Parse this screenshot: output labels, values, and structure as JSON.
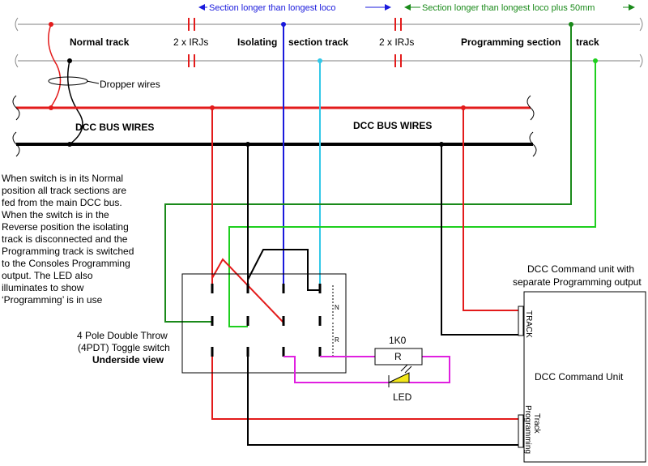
{
  "labels": {
    "normal_track": "Normal track",
    "irj_left": "2 x IRJs",
    "isolating_1": "Isolating",
    "isolating_2": "section track",
    "irj_right": "2 x IRJs",
    "programming_1": "Programming section",
    "programming_2": "track",
    "section_blue": "Section longer than longest loco",
    "section_green": "Section longer than longest loco plus 50mm",
    "dropper_wires": "Dropper wires",
    "dcc_bus_left": "DCC BUS WIRES",
    "dcc_bus_right": "DCC BUS WIRES",
    "switch_1": "4 Pole Double Throw",
    "switch_2": "(4PDT) Toggle switch",
    "switch_3": "Underside view",
    "resistor_value": "1K0",
    "resistor_letter": "R",
    "led": "LED",
    "command_title_1": "DCC Command unit with",
    "command_title_2": "separate Programming output",
    "command_unit": "DCC Command Unit",
    "track_terminal": "TRACK",
    "prog_terminal_1": "Programming",
    "prog_terminal_2": "Track",
    "switch_marks": [
      "N",
      "R"
    ]
  },
  "description_lines": [
    "When switch is in its Normal",
    "position all track sections are",
    "fed from the main DCC bus.",
    "When the switch is in the",
    "Reverse position the isolating",
    "track is disconnected and the",
    "Programming track is switched",
    "to the Consoles Programming",
    "output. The LED also",
    "illuminates to show",
    "‘Programming’ is in use"
  ],
  "colors": {
    "red": "#e31b1b",
    "black": "#000000",
    "blue": "#1a1adc",
    "cyan": "#33c8e8",
    "green": "#1ecf1e",
    "dark_green": "#1a8a1a",
    "magenta": "#e020e0",
    "rail": "#bfbfbf",
    "led": "#f2e61a"
  }
}
